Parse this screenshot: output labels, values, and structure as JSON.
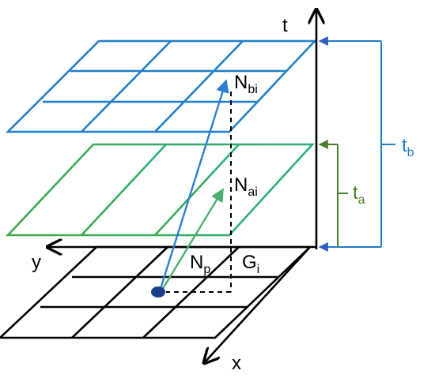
{
  "labels": {
    "t": "t",
    "y": "y",
    "x": "x",
    "N_bi_base": "N",
    "N_bi_sub": "bi",
    "N_ai_base": "N",
    "N_ai_sub": "ai",
    "N_p_base": "N",
    "N_p_sub": "p",
    "G_i_base": "G",
    "G_i_sub": "i",
    "t_a_base": "t",
    "t_a_sub": "a",
    "t_b_base": "t",
    "t_b_sub": "b"
  },
  "colors": {
    "top_grid": "#1f7fc8",
    "mid_grid": "#2bb07a",
    "mid_grid_edge": "#3ea84b",
    "bottom_grid": "#000000",
    "vector_blue": "#2f7dd0",
    "vector_green": "#4caf70",
    "point": "#1a3f8c",
    "bracket_a": "#4b7f2b",
    "bracket_b": "#1f7fc8",
    "arrow_blue": "#2c5fc0"
  }
}
